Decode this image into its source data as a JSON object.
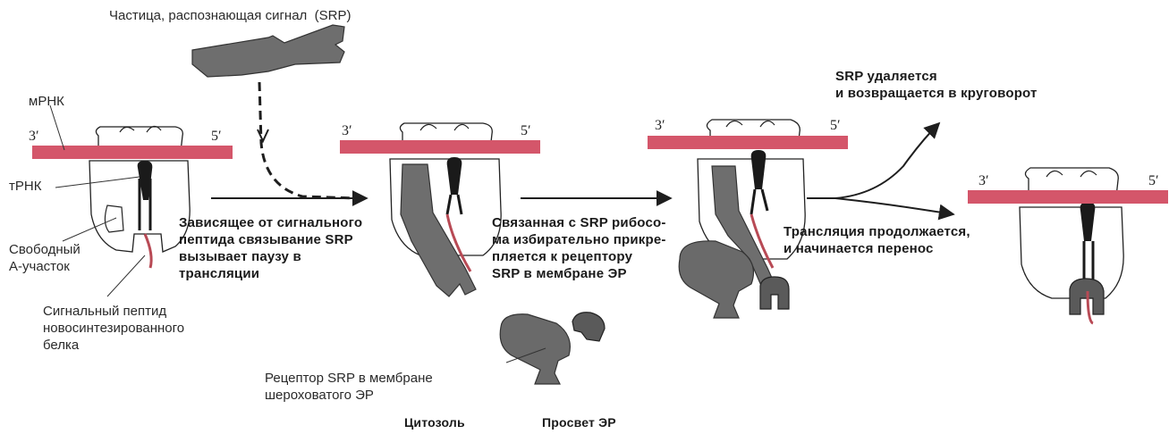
{
  "labels": {
    "srp_particle": "Частица, распознающая сигнал  (SRP)",
    "mrna": "мРНК",
    "trna": "тРНК",
    "free_a_site": "Свободный\nА-участок",
    "signal_peptide": "Сигнальный пептид\nновосинтезированного\nбелка",
    "srp_receptor": "Рецептор SRP в мембране\nшероховатого ЭР",
    "cytosol": "Цитозоль",
    "er_lumen": "Просвет ЭР"
  },
  "steps": {
    "step1": "Зависящее от сигнального\nпептида связывание SRP\nвызывает паузу в\nтрансляции",
    "step2": "Связанная с SRP рибосо-\nма избирательно прикре-\nпляется к рецептору\nSRP в мембране ЭР",
    "step3_released": "SRP удаляется\nи возвращается в круговорот",
    "step3_continue": "Трансляция продолжается,\nи начинается перенос"
  },
  "mrna_ends": {
    "three_prime": "3′",
    "five_prime": "5′"
  },
  "colors": {
    "mrna_band": "#d4566a",
    "srp_fill": "#6e6e6e",
    "receptor_fill": "#6a6a6a",
    "outline": "#222222",
    "signal_peptide": "#b84a55"
  }
}
